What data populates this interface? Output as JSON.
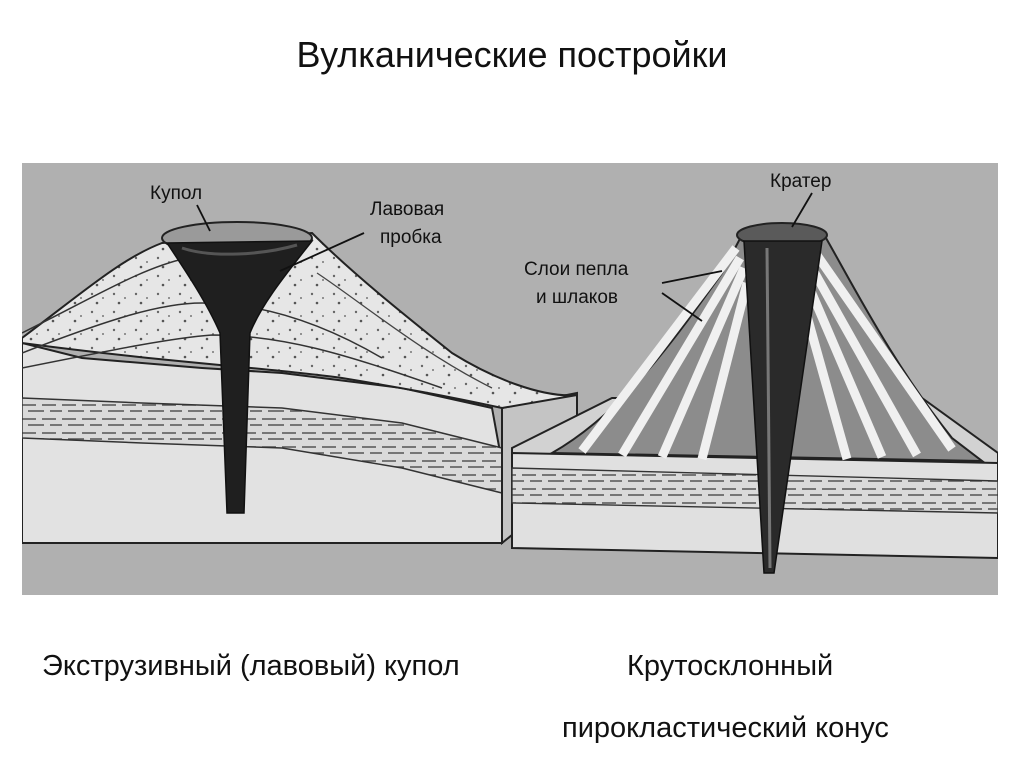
{
  "title": "Вулканические постройки",
  "figure": {
    "labels": {
      "dome": "Купол",
      "lava_plug_line1": "Лавовая",
      "lava_plug_line2": "пробка",
      "crater": "Кратер",
      "ash_layers_line1": "Слои пепла",
      "ash_layers_line2": "и шлаков"
    }
  },
  "captions": {
    "left": "Экструзивный (лавовый) купол",
    "right_line1": "Крутосклонный",
    "right_line2": "пирокластический конус"
  }
}
